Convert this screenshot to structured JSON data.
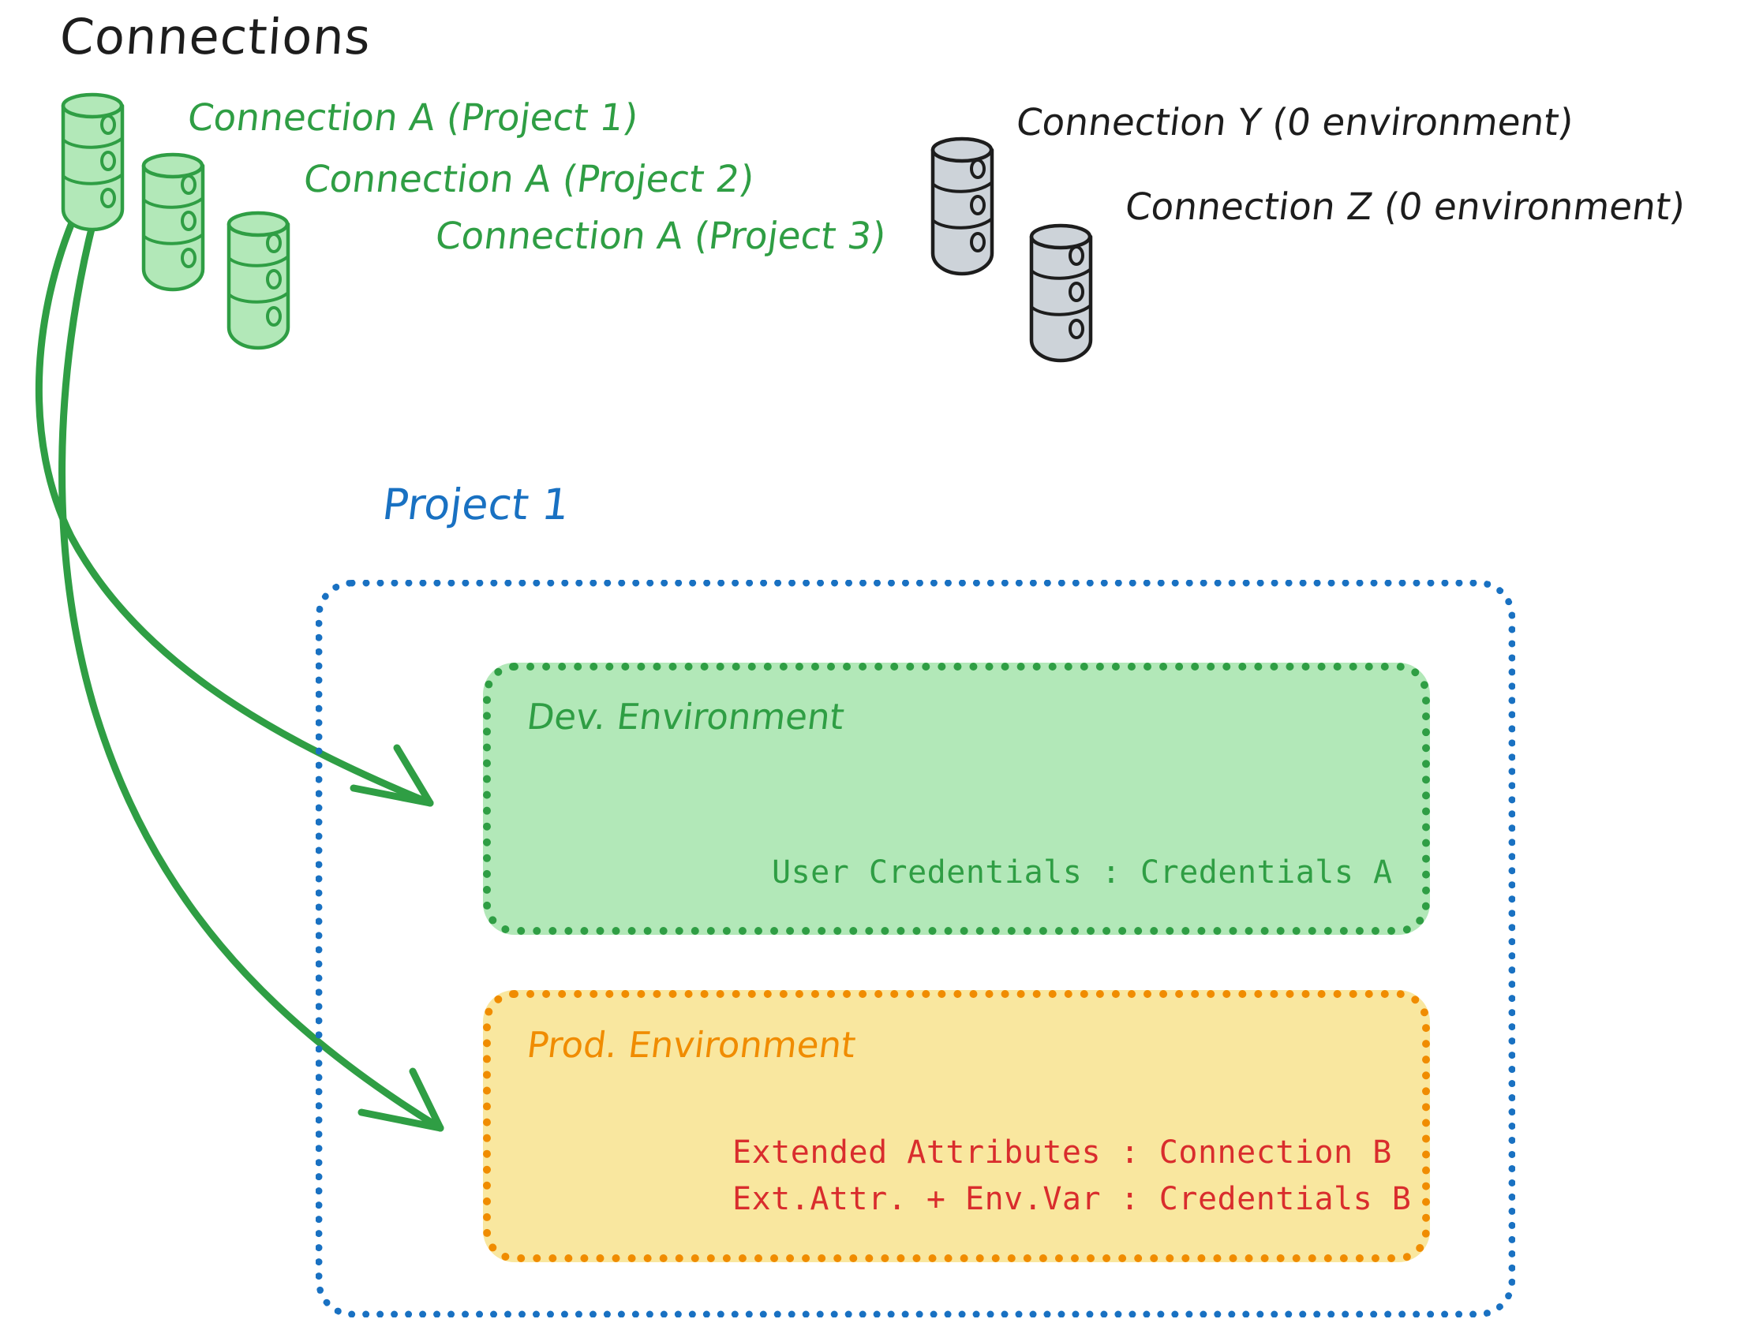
{
  "diagram": {
    "title": "Connections",
    "type": "architecture-diagram"
  },
  "connections": {
    "green_group_label": "green database cylinders",
    "items": [
      {
        "label": "Connection A (Project 1)",
        "color": "#2f9e44",
        "fill": "#b2e8b8",
        "icon": "database-icon"
      },
      {
        "label": "Connection A (Project 2)",
        "color": "#2f9e44",
        "fill": "#b2e8b8",
        "icon": "database-icon"
      },
      {
        "label": "Connection A (Project 3)",
        "color": "#2f9e44",
        "fill": "#b2e8b8",
        "icon": "database-icon"
      }
    ],
    "unassigned": [
      {
        "label": "Connection Y (0 environment)",
        "color": "#1d1d1d",
        "fill": "#cdd3d9",
        "icon": "database-icon"
      },
      {
        "label": "Connection Z (0 environment)",
        "color": "#1d1d1d",
        "fill": "#cdd3d9",
        "icon": "database-icon"
      }
    ]
  },
  "project": {
    "title": "Project 1",
    "accent": "#1971c2",
    "environments": [
      {
        "name": "Dev. Environment",
        "accent": "#2f9e44",
        "fill": "#b2e8b8",
        "rows": [
          {
            "text": "User Credentials : Credentials A",
            "color": "#2f9e44"
          }
        ]
      },
      {
        "name": "Prod. Environment",
        "accent": "#f08c00",
        "fill": "#f9e79f",
        "rows": [
          {
            "text": "Extended Attributes : Connection B",
            "color": "#d92d2d"
          },
          {
            "text": "Ext.Attr. + Env.Var : Credentials B",
            "color": "#d92d2d"
          }
        ]
      }
    ]
  },
  "arrows": [
    {
      "from": "Connection A (Project 1)",
      "to": "Dev. Environment",
      "color": "#2f9e44"
    },
    {
      "from": "Connection A (Project 1)",
      "to": "Prod. Environment",
      "color": "#2f9e44"
    }
  ]
}
